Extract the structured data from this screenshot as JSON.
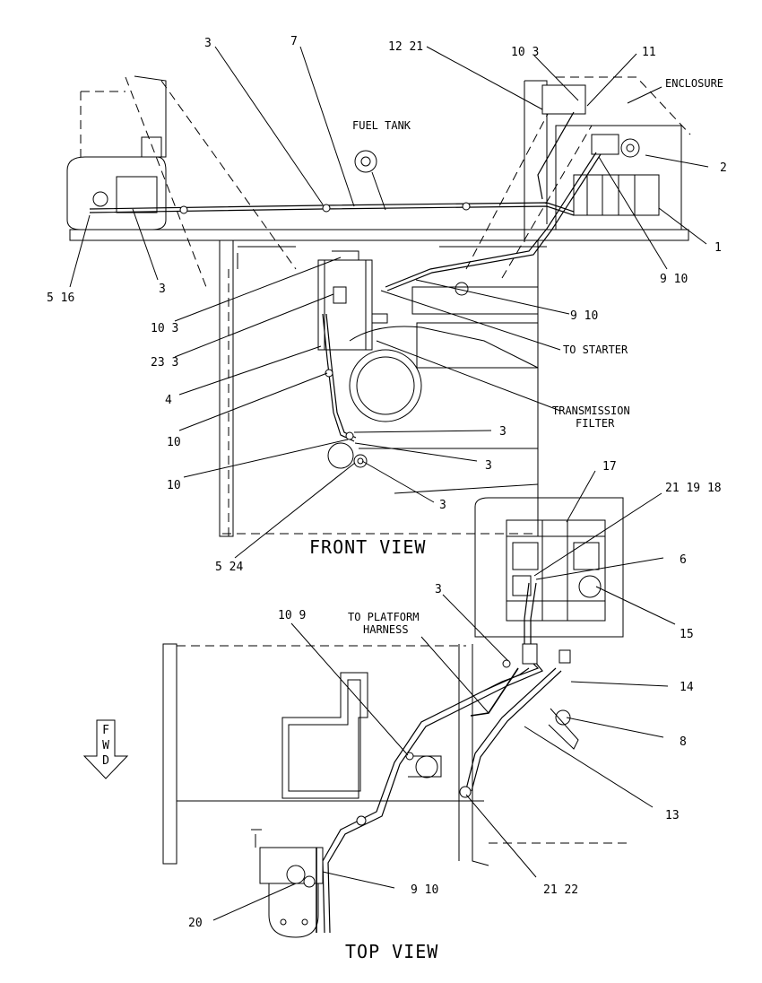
{
  "views": {
    "front_title": "FRONT VIEW",
    "top_title": "TOP VIEW"
  },
  "captions": {
    "fuel_tank": "FUEL TANK",
    "enclosure": "ENCLOSURE",
    "to_starter": "TO STARTER",
    "transmission_filter_1": "TRANSMISSION",
    "transmission_filter_2": "FILTER",
    "to_platform_1": "TO PLATFORM",
    "to_platform_2": "HARNESS"
  },
  "fwd": [
    "F",
    "W",
    "D"
  ],
  "front_callouts": [
    "3",
    "7",
    "12 21",
    "10 3",
    "11",
    "2",
    "1",
    "9 10",
    "5 16",
    "3",
    "10 3",
    "9 10",
    "23 3",
    "4",
    "10",
    "3",
    "10",
    "3",
    "3",
    "5 24"
  ],
  "top_callouts": [
    "17",
    "21 19 18",
    "6",
    "15",
    "3",
    "10 9",
    "14",
    "8",
    "13",
    "9 10",
    "21 22",
    "20"
  ]
}
